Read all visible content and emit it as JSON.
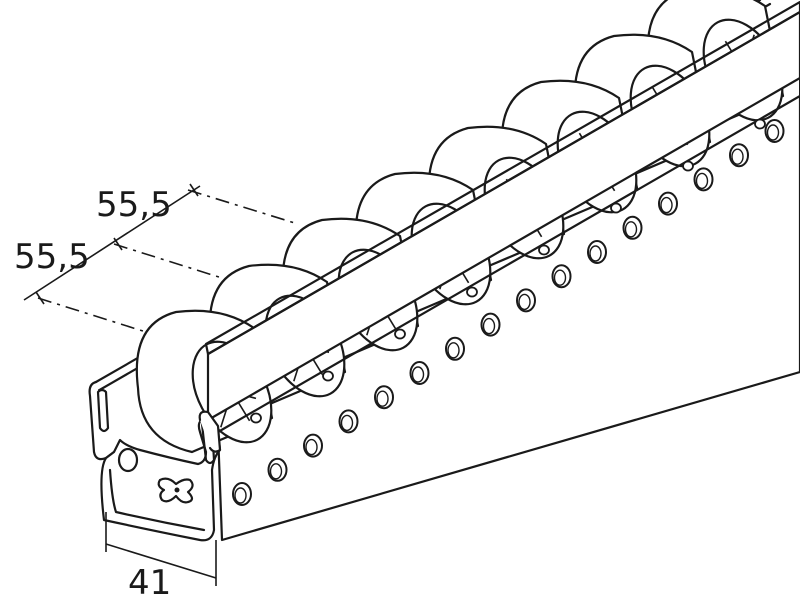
{
  "dimensions": {
    "pitch_upper": "55,5",
    "pitch_lower": "55,5",
    "width": "41"
  },
  "colors": {
    "line": "#1a1a1a",
    "fill": "#ffffff"
  },
  "roller_count_visible": 8,
  "rail_hole_count_visible": 16
}
